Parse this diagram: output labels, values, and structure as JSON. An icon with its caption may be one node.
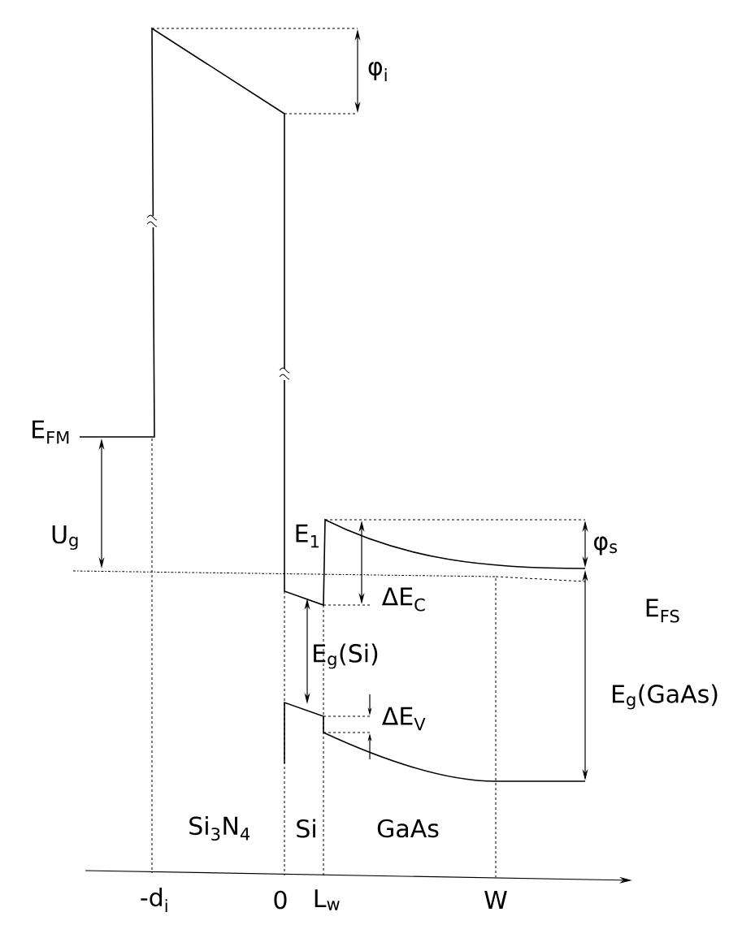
{
  "diagram": {
    "labels": [
      "φ$_{i}$",
      "E$_{FM}$",
      "U$_{g}$",
      "E$_{1}$",
      "φ$_{s}$",
      "ΔE$_{C}$",
      "E$_{FS}$",
      "E$_{g}$(Si)",
      "E$_{g}$(GaAs)",
      "ΔE$_{V}$",
      "Si$_{3}$N$_{4}$",
      "Si",
      "GaAs",
      "-d$_{i}$",
      "0",
      "L$_{w}$",
      "W"
    ]
  }
}
